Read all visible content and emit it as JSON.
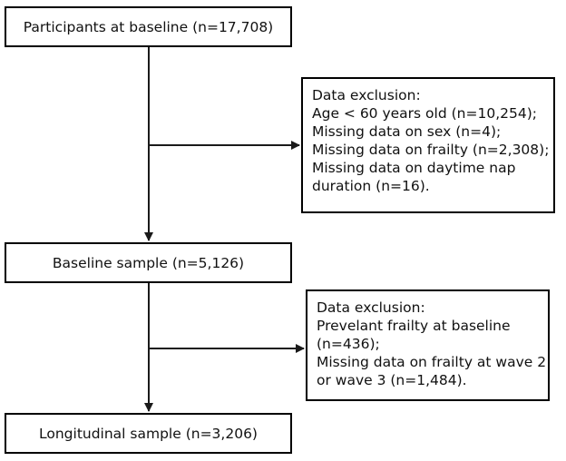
{
  "boxes": {
    "baseline_participants": "Participants at baseline (n=17,708)",
    "exclusion_1": {
      "heading": "Data exclusion:",
      "lines": [
        "Age < 60 years old (n=10,254);",
        "Missing data on sex (n=4);",
        "Missing data on frailty (n=2,308);",
        "Missing data on daytime nap",
        "duration (n=16)."
      ]
    },
    "baseline_sample": "Baseline sample (n=5,126)",
    "exclusion_2": {
      "heading": "Data exclusion:",
      "lines": [
        "Prevelant frailty at baseline",
        "(n=436);",
        "Missing data on frailty at wave 2",
        "or wave 3 (n=1,484)."
      ]
    },
    "longitudinal_sample": "Longitudinal sample (n=3,206)"
  },
  "colors": {
    "border": "#000000",
    "arrow": "#1a1a1a",
    "text": "#111111"
  }
}
